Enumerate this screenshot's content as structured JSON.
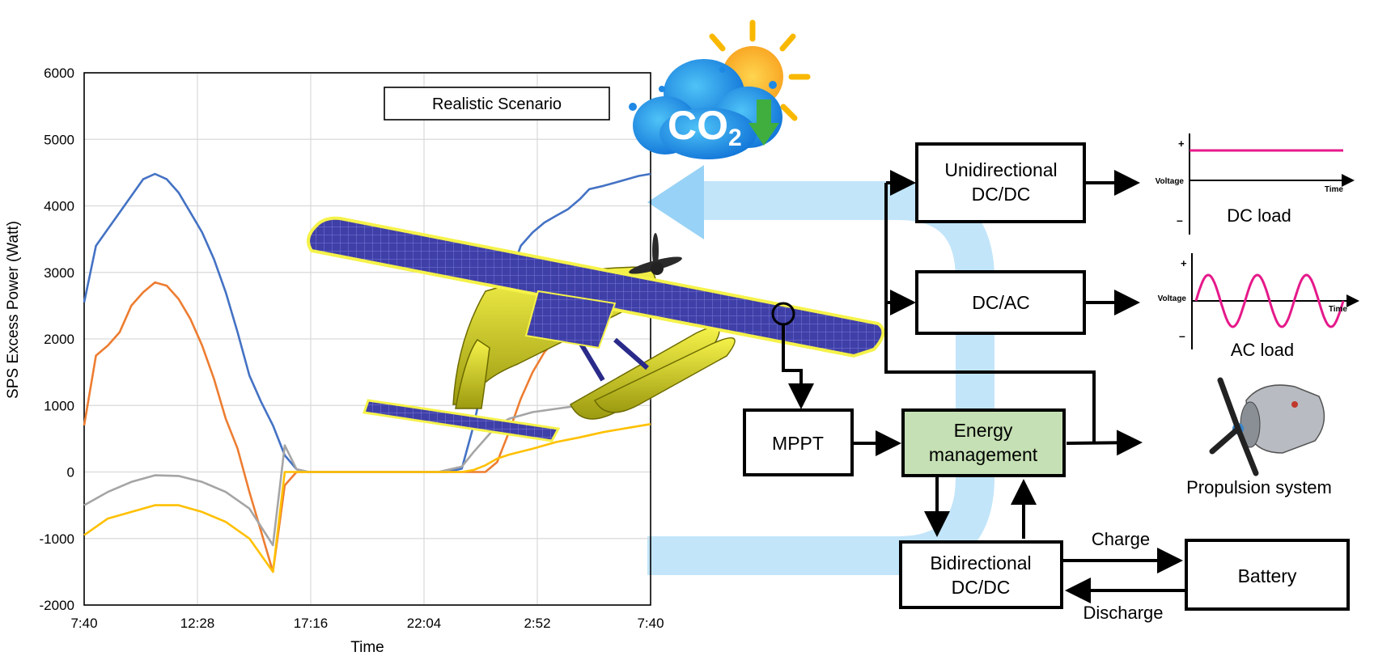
{
  "chart_data": {
    "type": "line",
    "annotation": "Realistic Scenario",
    "xlabel": "Time",
    "ylabel": "SPS Excess Power (Watt)",
    "x_tick_labels": [
      "7:40",
      "12:28",
      "17:16",
      "22:04",
      "2:52",
      "7:40"
    ],
    "y_ticks": [
      6000,
      5000,
      4000,
      3000,
      2000,
      1000,
      0,
      -1000,
      -2000
    ],
    "ylim": [
      -2000,
      6000
    ],
    "xlim": [
      0,
      24
    ],
    "grid": true,
    "legend": "none",
    "series": [
      {
        "color": "#4472c4",
        "x": [
          0,
          0.5,
          1,
          1.5,
          2,
          2.5,
          3,
          3.5,
          4,
          4.5,
          5,
          5.5,
          6,
          6.5,
          7,
          7.5,
          8,
          8.5,
          9,
          9.5,
          10,
          10.5,
          11,
          15.4,
          16,
          16.5,
          17,
          17.5,
          18,
          18.5,
          19,
          19.5,
          20,
          20.5,
          21,
          21.4,
          22,
          22.5,
          23,
          23.5,
          24
        ],
        "y": [
          2550,
          3400,
          3650,
          3900,
          4150,
          4400,
          4480,
          4400,
          4200,
          3900,
          3600,
          3200,
          2700,
          2100,
          1450,
          1050,
          700,
          250,
          40,
          0,
          0,
          0,
          0,
          0,
          50,
          700,
          1500,
          2300,
          2900,
          3400,
          3600,
          3750,
          3850,
          3950,
          4100,
          4250,
          4300,
          4350,
          4400,
          4450,
          4480
        ]
      },
      {
        "color": "#ed7d31",
        "x": [
          0,
          0.5,
          1,
          1.5,
          2,
          2.5,
          3,
          3.5,
          4,
          4.5,
          5,
          5.5,
          6,
          6.5,
          7,
          7.5,
          8,
          8.5,
          9,
          9.5,
          10,
          17,
          17.5,
          18,
          18.5,
          19,
          19.5,
          20,
          20.5,
          21,
          21.5,
          22,
          22.5,
          23,
          23.5,
          24
        ],
        "y": [
          700,
          1750,
          1900,
          2100,
          2500,
          2700,
          2850,
          2800,
          2600,
          2300,
          1900,
          1400,
          800,
          350,
          -300,
          -900,
          -1500,
          -200,
          0,
          0,
          0,
          0,
          150,
          600,
          1100,
          1500,
          1800,
          2000,
          2200,
          2400,
          2550,
          2650,
          2700,
          2750,
          2800,
          2850
        ]
      },
      {
        "color": "#a5a5a5",
        "x": [
          0,
          1,
          2,
          3,
          4,
          5,
          6,
          7,
          8,
          8.5,
          9,
          9.5,
          10,
          15,
          16,
          16.5,
          17,
          17.5,
          18,
          18.5,
          19,
          20,
          21,
          22,
          23,
          24
        ],
        "y": [
          -500,
          -300,
          -150,
          -50,
          -60,
          -150,
          -300,
          -550,
          -1100,
          400,
          40,
          0,
          0,
          0,
          80,
          300,
          500,
          700,
          800,
          850,
          900,
          950,
          1000,
          1050,
          1080,
          1100
        ]
      },
      {
        "color": "#ffc000",
        "x": [
          0,
          1,
          2,
          3,
          4,
          5,
          6,
          7,
          8,
          8.5,
          9,
          10,
          16,
          16.5,
          17,
          17.5,
          18,
          19,
          20,
          21,
          22,
          23,
          24
        ],
        "y": [
          -950,
          -700,
          -600,
          -500,
          -500,
          -600,
          -750,
          -1000,
          -1500,
          0,
          0,
          0,
          0,
          30,
          100,
          200,
          260,
          350,
          450,
          520,
          600,
          660,
          720
        ]
      }
    ]
  },
  "diagram": {
    "co2_label": "CO",
    "co2_subscript": "2",
    "blocks": {
      "unidirectional": "Unidirectional DC/DC",
      "dcac": "DC/AC",
      "mppt": "MPPT",
      "energy": "Energy management",
      "bidirectional": "Bidirectional DC/DC",
      "battery": "Battery"
    },
    "edge_labels": {
      "charge": "Charge",
      "discharge": "Discharge"
    },
    "loads": {
      "dc_load": "DC load",
      "ac_load": "AC load",
      "propulsion": "Propulsion system",
      "voltage": "Voltage",
      "time": "Time",
      "plus": "+",
      "minus": "–"
    }
  }
}
